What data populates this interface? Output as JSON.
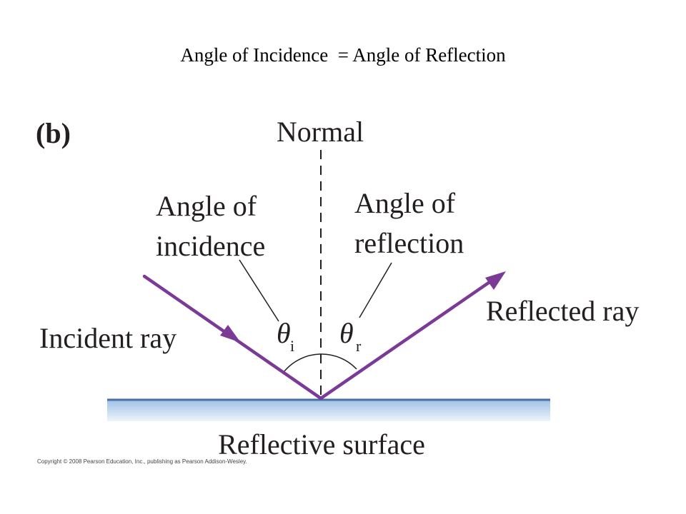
{
  "slide": {
    "title": "Angle of Incidence  = Angle of Reflection"
  },
  "figure": {
    "panel_label": "(b)",
    "normal_label": "Normal",
    "angle_incidence_line1": "Angle of",
    "angle_incidence_line2": "incidence",
    "angle_reflection_line1": "Angle of",
    "angle_reflection_line2": "reflection",
    "incident_ray_label": "Incident ray",
    "reflected_ray_label": "Reflected ray",
    "theta_symbol": "θ",
    "theta_i_subscript": "i",
    "theta_r_subscript": "r",
    "surface_label": "Reflective surface",
    "ray_color": "#7b3a96",
    "surface_color_top": "#4a6fa5",
    "surface_gradient_top": "#9ec0e6",
    "surface_gradient_bottom": "#eef4fb"
  },
  "footer": {
    "copyright": "Copyright © 2008 Pearson Education, Inc., publishing as Pearson Addison-Wesley."
  }
}
